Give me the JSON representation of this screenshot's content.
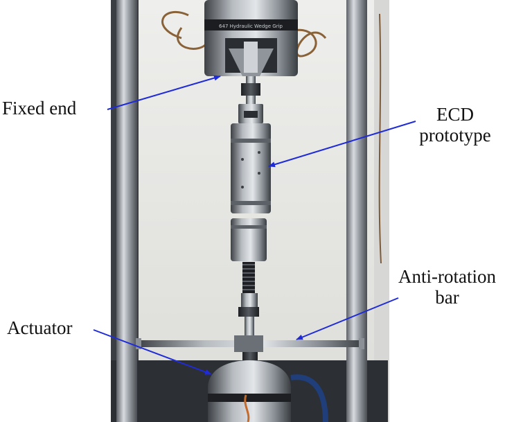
{
  "image": {
    "callouts": {
      "fixed_end": "Fixed end",
      "ecd_line1": "ECD",
      "ecd_line2": "prototype",
      "anti_line1": "Anti-rotation",
      "anti_line2": "bar",
      "actuator": "Actuator"
    },
    "arrow_color": "#1f2bd6",
    "machine_plate_text": "647 Hydraulic Wedge Grip"
  }
}
